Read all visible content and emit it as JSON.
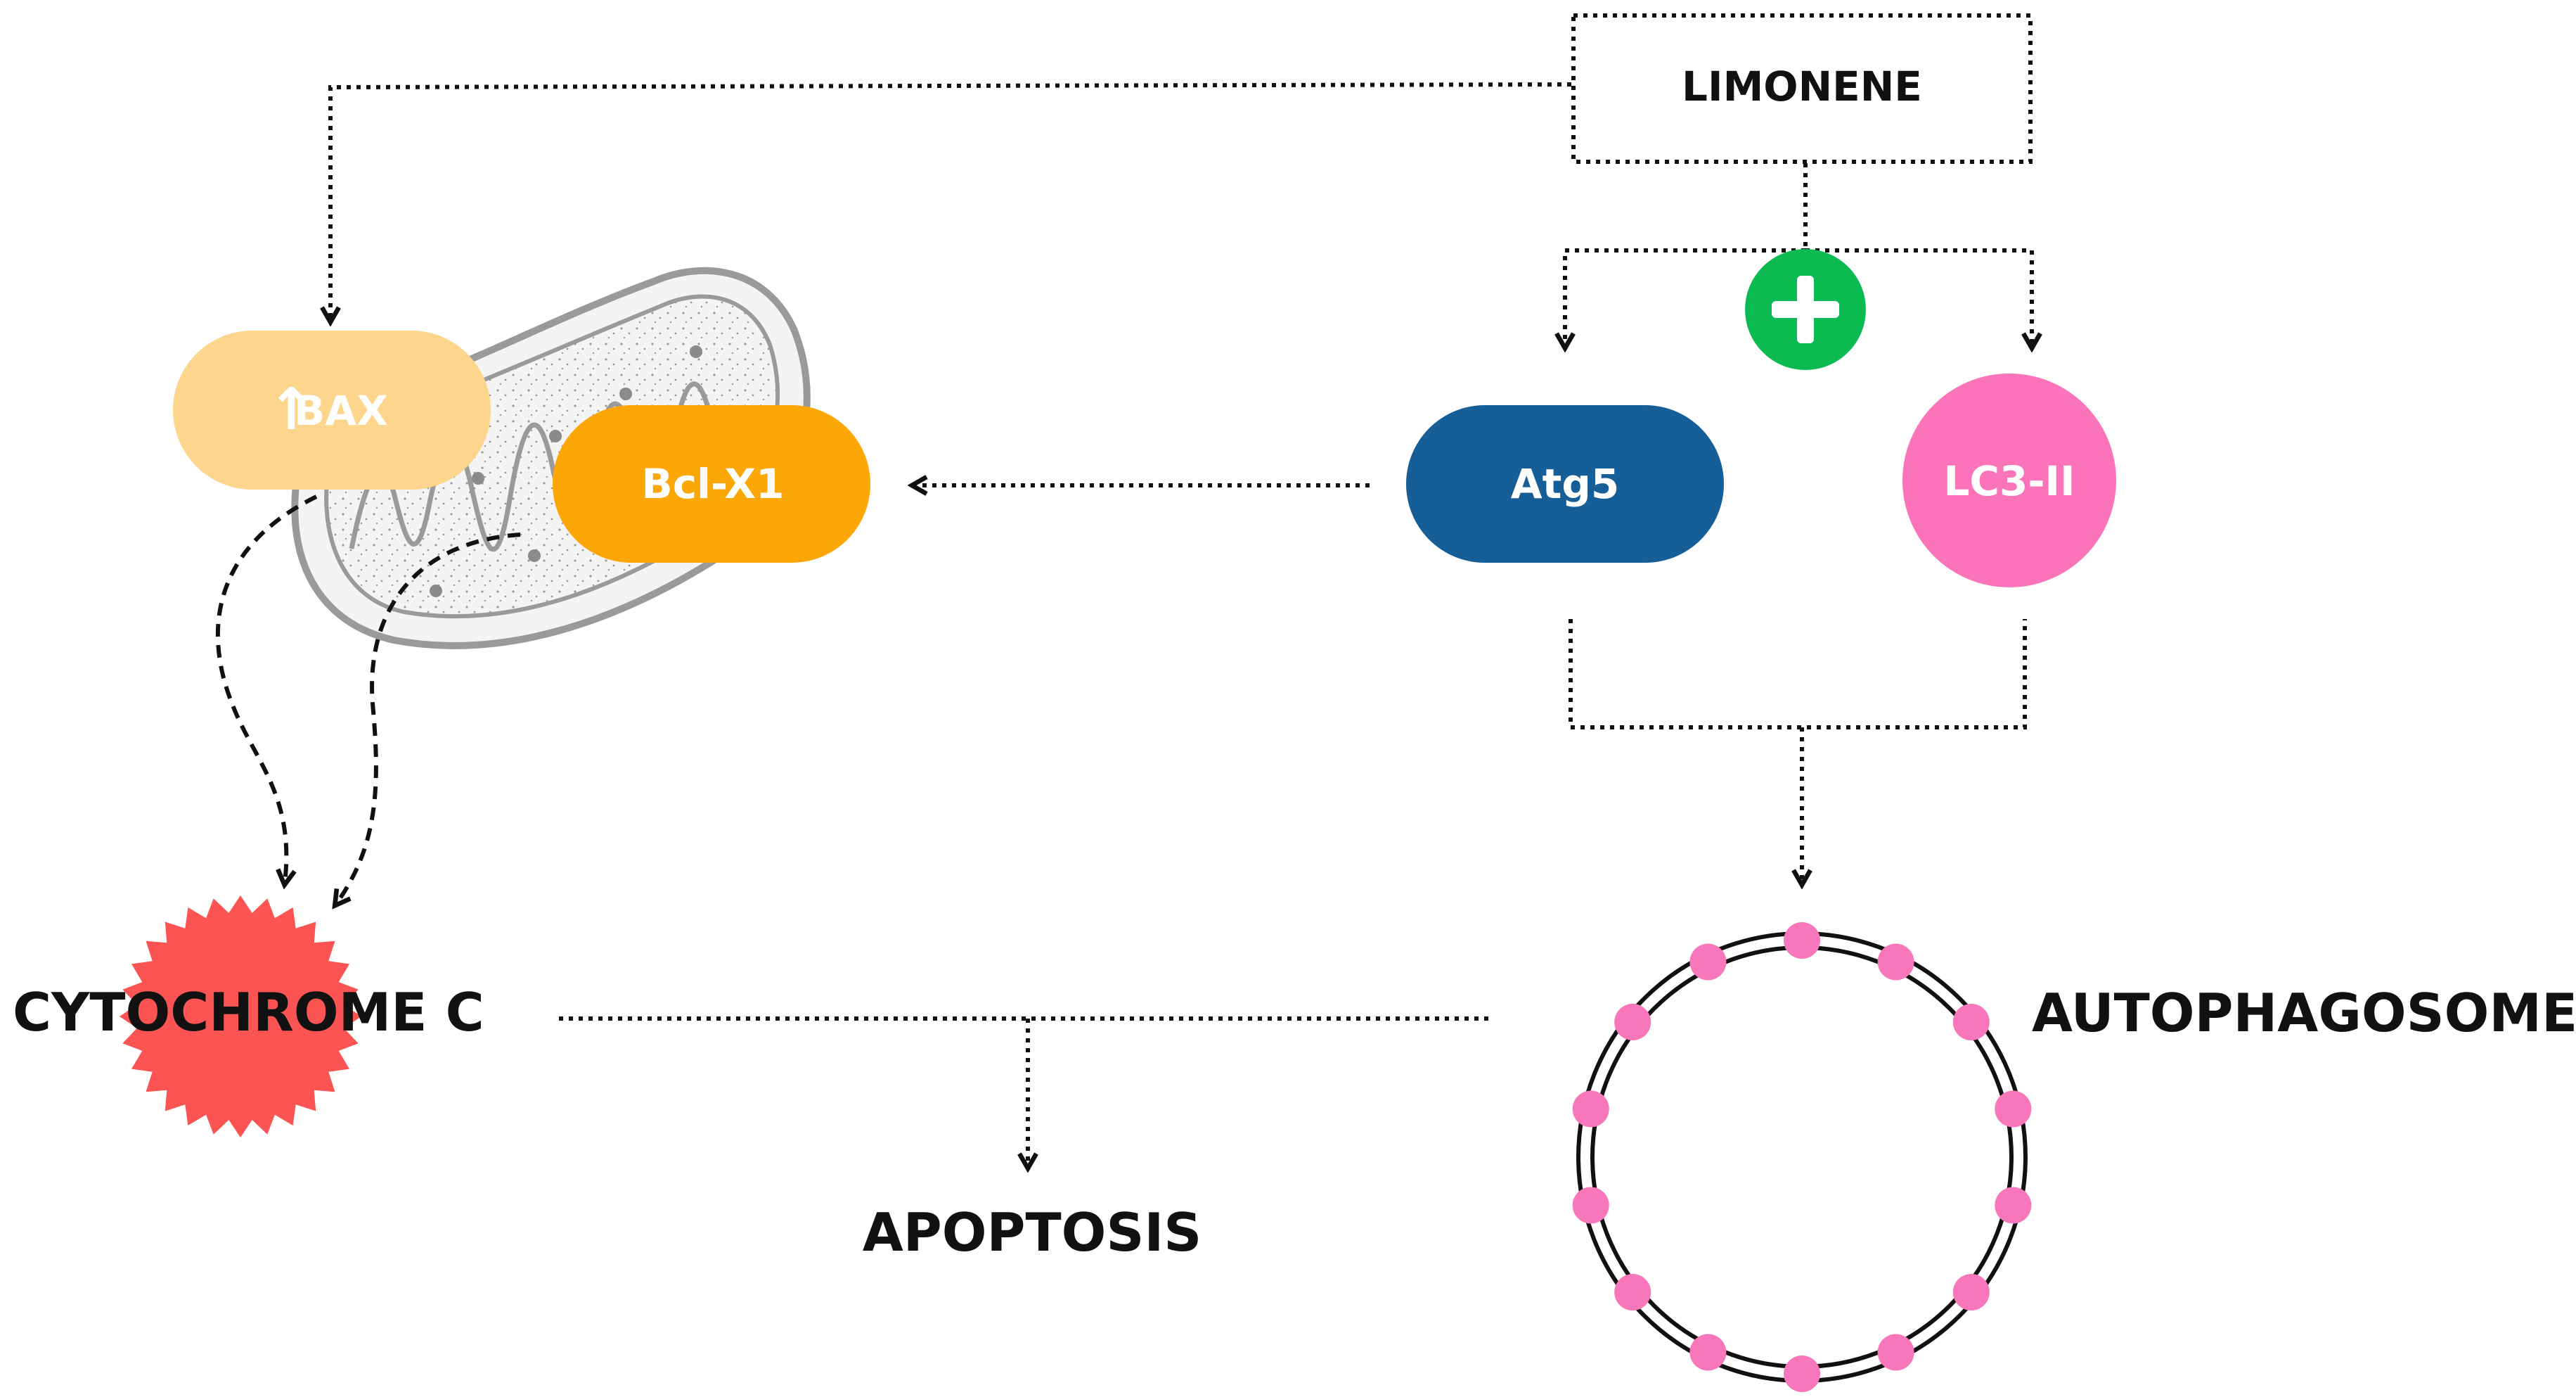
{
  "diagram": {
    "limonene": "LIMONENE",
    "bax": "BAX",
    "bax_arrow": "↑",
    "bcl": "Bcl-X1",
    "atg5": "Atg5",
    "lc3": "LC3-II",
    "cytochrome": "CYTOCHROME C",
    "autophagosome": "AUTOPHAGOSOME",
    "apoptosis": "APOPTOSIS",
    "plus_sign": "+"
  },
  "colors": {
    "bax": "#fdd58c",
    "bcl": "#fca706",
    "atg5": "#165e98",
    "lc3": "#fb74b9",
    "plus": "#0bbb52",
    "cytochrome": "#fb5452",
    "vesicle_dots": "#f876ba",
    "line": "#111111"
  }
}
